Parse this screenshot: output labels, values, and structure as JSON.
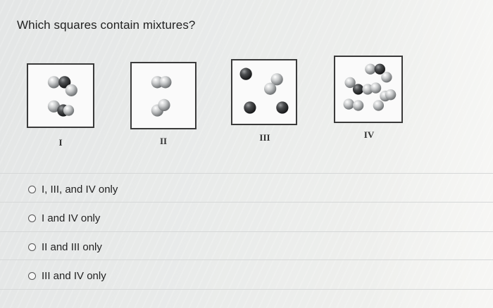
{
  "question": "Which squares contain mixtures?",
  "samples": [
    {
      "label": "I"
    },
    {
      "label": "II"
    },
    {
      "label": "III"
    },
    {
      "label": "IV"
    }
  ],
  "options": [
    {
      "text": "I, III, and IV only"
    },
    {
      "text": "I and IV only"
    },
    {
      "text": "II and III only"
    },
    {
      "text": "III and IV only"
    }
  ]
}
